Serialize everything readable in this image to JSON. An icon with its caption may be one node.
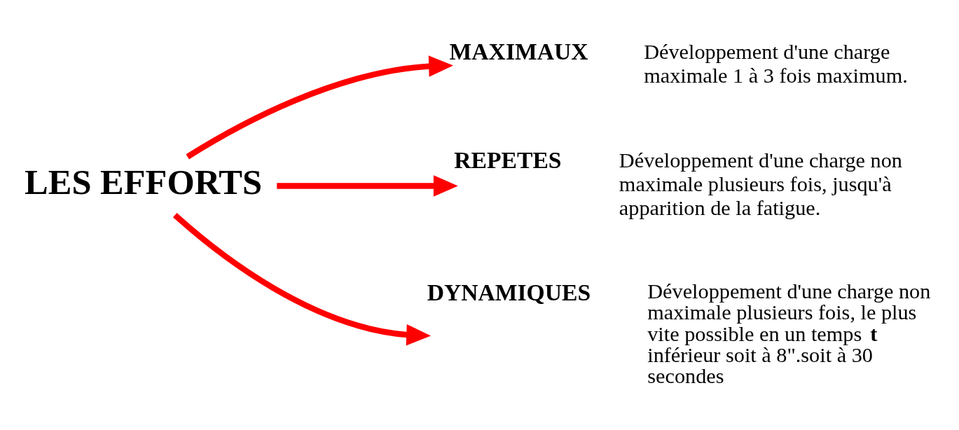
{
  "diagram": {
    "nodes": [
      {
        "text": [
          "LES EFFORTS"
        ]
      },
      {
        "text": [
          "MAXIMAUX"
        ],
        "beside": [
          "Développement d'une charge maximale 1 à 3 fois maximum."
        ]
      },
      {
        "text": [
          "REPETES"
        ],
        "beside": [
          "Développement d'une charge non maximale plusieurs fois, jusqu'à apparition de la fatigue."
        ]
      },
      {
        "text": [
          "DYNAMIQUES"
        ],
        "beside": [
          "Développement d'une charge non maximale plusieurs fois, le plus vite possible en un temps **t** inférieur soit à 8\".soit à 30 secondes"
        ]
      }
    ],
    "edges": [
      {
        "from": 0,
        "to": 1,
        "arrow": "to"
      },
      {
        "from": 0,
        "to": 2,
        "arrow": "to"
      },
      {
        "from": 0,
        "to": 3,
        "arrow": "to"
      }
    ]
  }
}
